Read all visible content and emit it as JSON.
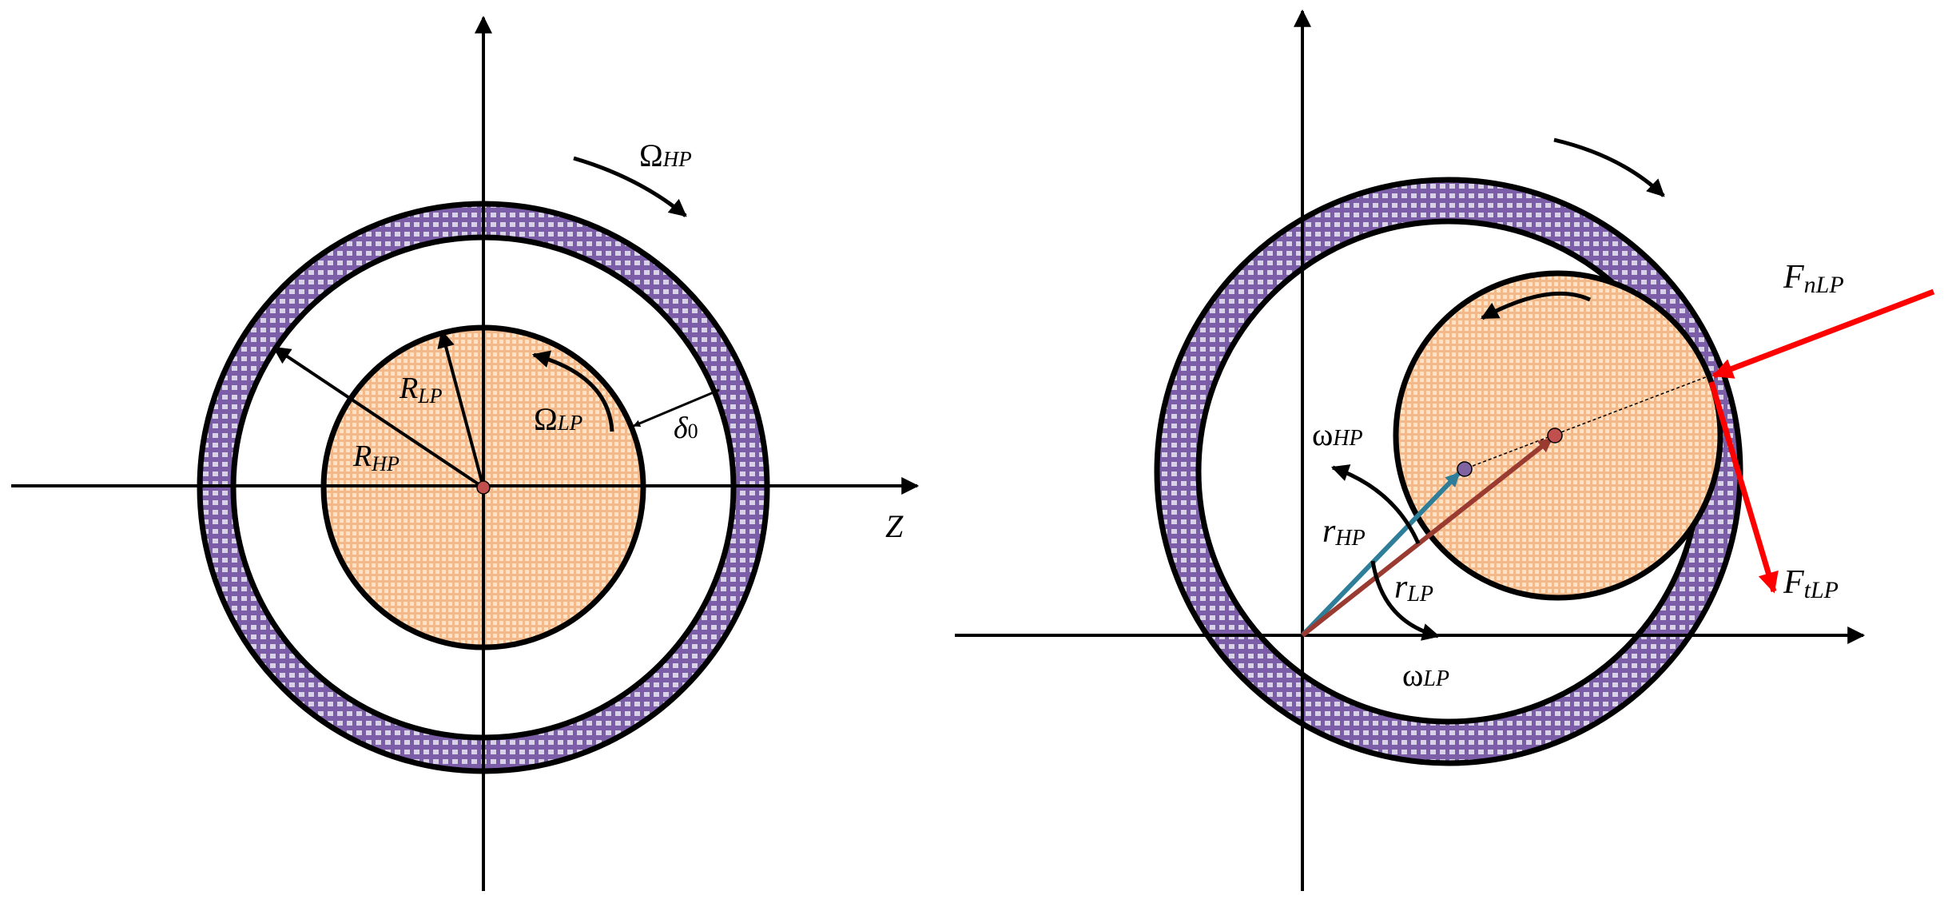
{
  "colors": {
    "outer_ring": "#7b5ea7",
    "rotor_fill": "#f7c9a0",
    "arrow_black": "#000000",
    "force_red": "#ff0000",
    "vector_teal": "#2e7e99",
    "vector_brown": "#9a3b32",
    "center_dot_red": "#c0504d",
    "center_dot_purple": "#8064a2"
  },
  "left_panel": {
    "omega_hp": {
      "sym": "Ω",
      "sub": "HP"
    },
    "omega_lp": {
      "sym": "Ω",
      "sub": "LP"
    },
    "r_lp": {
      "sym": "R",
      "sub": "LP"
    },
    "r_hp": {
      "sym": "R",
      "sub": "HP"
    },
    "delta": {
      "sym": "δ",
      "sub": "0"
    },
    "axis_z": "Z"
  },
  "right_panel": {
    "f_nlp": {
      "sym": "F",
      "sub": "nLP"
    },
    "f_tlp": {
      "sym": "F",
      "sub": "tLP"
    },
    "w_hp": {
      "sym": "ω",
      "sub": "HP"
    },
    "w_lp": {
      "sym": "ω",
      "sub": "LP"
    },
    "r_hp": {
      "sym": "r",
      "sub": "HP"
    },
    "r_lp": {
      "sym": "r",
      "sub": "LP"
    }
  }
}
